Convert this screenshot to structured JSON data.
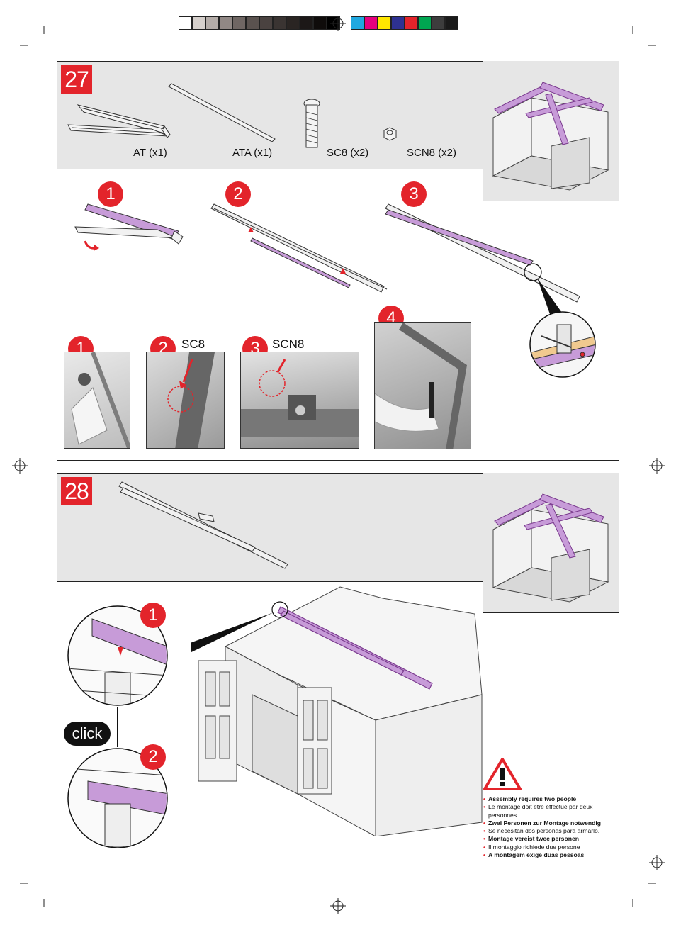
{
  "print_marks": {
    "gray_swatches": [
      "#ffffff",
      "#d6d0cc",
      "#b4aca8",
      "#918885",
      "#6f6663",
      "#5a524f",
      "#4a4240",
      "#3a3432",
      "#2a2523",
      "#1c1817",
      "#0f0c0b",
      "#000000"
    ],
    "color_swatches": [
      "#1fa8e0",
      "#e5007e",
      "#ffe600",
      "#2e3192",
      "#e3242b",
      "#00a651",
      "#3d3d3d",
      "#1a1a1a"
    ]
  },
  "step27": {
    "badge": "27",
    "parts": [
      {
        "label": "AT (x1)"
      },
      {
        "label": "ATA (x1)"
      },
      {
        "label": "SC8 (x2)"
      },
      {
        "label": "SCN8 (x2)"
      }
    ],
    "substeps": [
      "1",
      "2",
      "3"
    ],
    "photo_steps": [
      {
        "num": "1",
        "caption": ""
      },
      {
        "num": "2",
        "caption": "SC8"
      },
      {
        "num": "3",
        "caption": "SCN8"
      },
      {
        "num": "4",
        "caption": ""
      }
    ]
  },
  "step28": {
    "badge": "28",
    "detail_steps": [
      "1",
      "2"
    ],
    "click_label": "click"
  },
  "warning": {
    "items": [
      {
        "text": "Assembly requires two people",
        "bold": true
      },
      {
        "text": "Le montage doit être effectué par deux personnes",
        "bold": false
      },
      {
        "text": "Zwei Personen zur Montage notwendig",
        "bold": true
      },
      {
        "text": "Se necesitan dos personas para armarlo.",
        "bold": false
      },
      {
        "text": "Montage vereist twee personen",
        "bold": true
      },
      {
        "text": "Il montaggio richiede due persone",
        "bold": false
      },
      {
        "text": "A montagem exige duas pessoas",
        "bold": true
      }
    ]
  },
  "colors": {
    "accent_red": "#e3242b",
    "part_lilac": "#c79bd8",
    "band_gray": "#e6e6e6"
  }
}
